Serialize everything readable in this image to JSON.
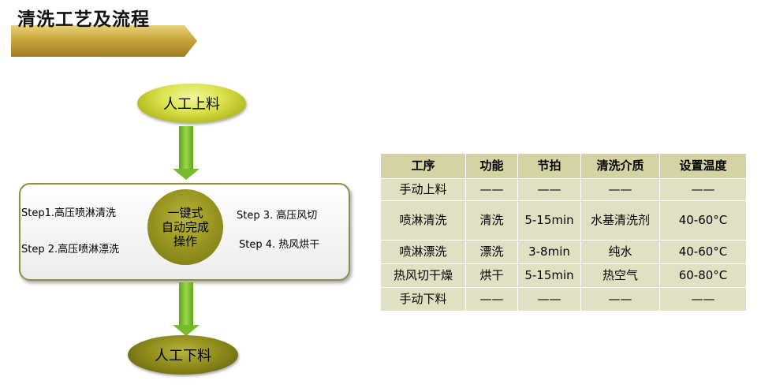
{
  "header": {
    "title": "清洗工艺及流程"
  },
  "flow": {
    "start": "人工上料",
    "end": "人工下料",
    "center": [
      "一键式",
      "自动完成",
      "操作"
    ],
    "steps": {
      "step1": "Step1.高压喷淋清洗",
      "step2": "Step 2.高压喷淋漂洗",
      "step3": "Step 3. 高压风切",
      "step4": "Step 4. 热风烘干"
    }
  },
  "table": {
    "headers": [
      "工序",
      "功能",
      "节拍",
      "清洗介质",
      "设置温度"
    ],
    "rows": [
      [
        "手动上料",
        "——",
        "——",
        "——",
        "——"
      ],
      [
        "喷淋清洗",
        "清洗",
        "5-15min",
        "水基清洗剂",
        "40-60°C"
      ],
      [
        "喷淋漂洗",
        "漂洗",
        "3-8min",
        "纯水",
        "40-60°C"
      ],
      [
        "热风切干燥",
        "烘干",
        "5-15min",
        "热空气",
        "60-80°C"
      ],
      [
        "手动下料",
        "——",
        "——",
        "——",
        "——"
      ]
    ]
  },
  "colors": {
    "banner": "#c9a53a",
    "oval_light": "#dbe24e",
    "oval_dark": "#8f8d1d",
    "arrow": "#76bb2c",
    "table_header": "#d5d2a4",
    "table_cell": "#e2e0c2"
  }
}
